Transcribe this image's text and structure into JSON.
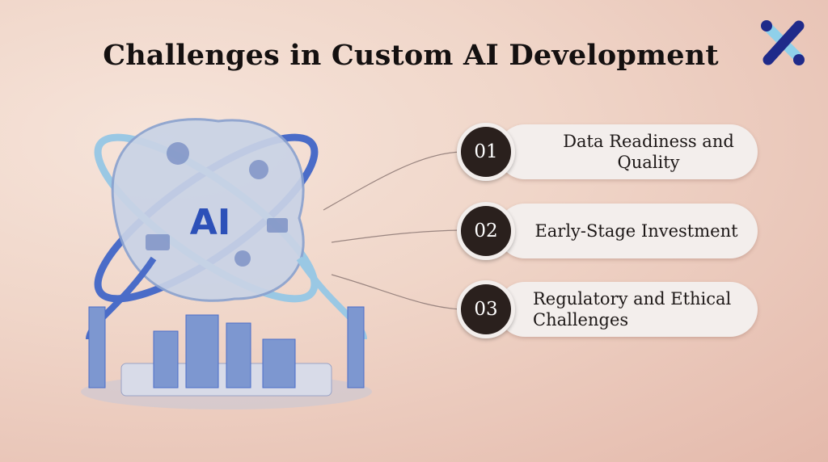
{
  "title": "Challenges in Custom AI Development",
  "illustration": {
    "label": "AI"
  },
  "items": [
    {
      "number": "01",
      "label": "Data Readiness and Quality"
    },
    {
      "number": "02",
      "label": "Early-Stage Investment"
    },
    {
      "number": "03",
      "label": "Regulatory and Ethical Challenges"
    }
  ],
  "colors": {
    "navy": "#1f2a8a",
    "light_blue": "#8fd0ea",
    "dark": "#2a201d"
  }
}
